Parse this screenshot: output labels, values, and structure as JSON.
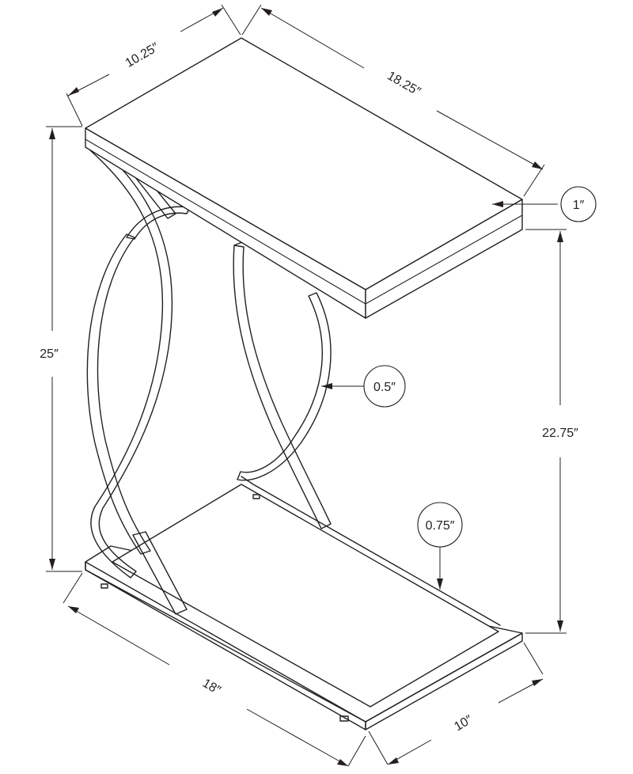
{
  "dimensions": {
    "top_depth": "10.25″",
    "top_width": "18.25″",
    "top_thickness": "1″",
    "total_height": "25″",
    "clearance_height": "22.75″",
    "tube_diameter": "0.5″",
    "base_tube": "0.75″",
    "base_width": "18″",
    "base_depth": "10″"
  },
  "colors": {
    "line": "#231f20",
    "background": "#ffffff"
  }
}
